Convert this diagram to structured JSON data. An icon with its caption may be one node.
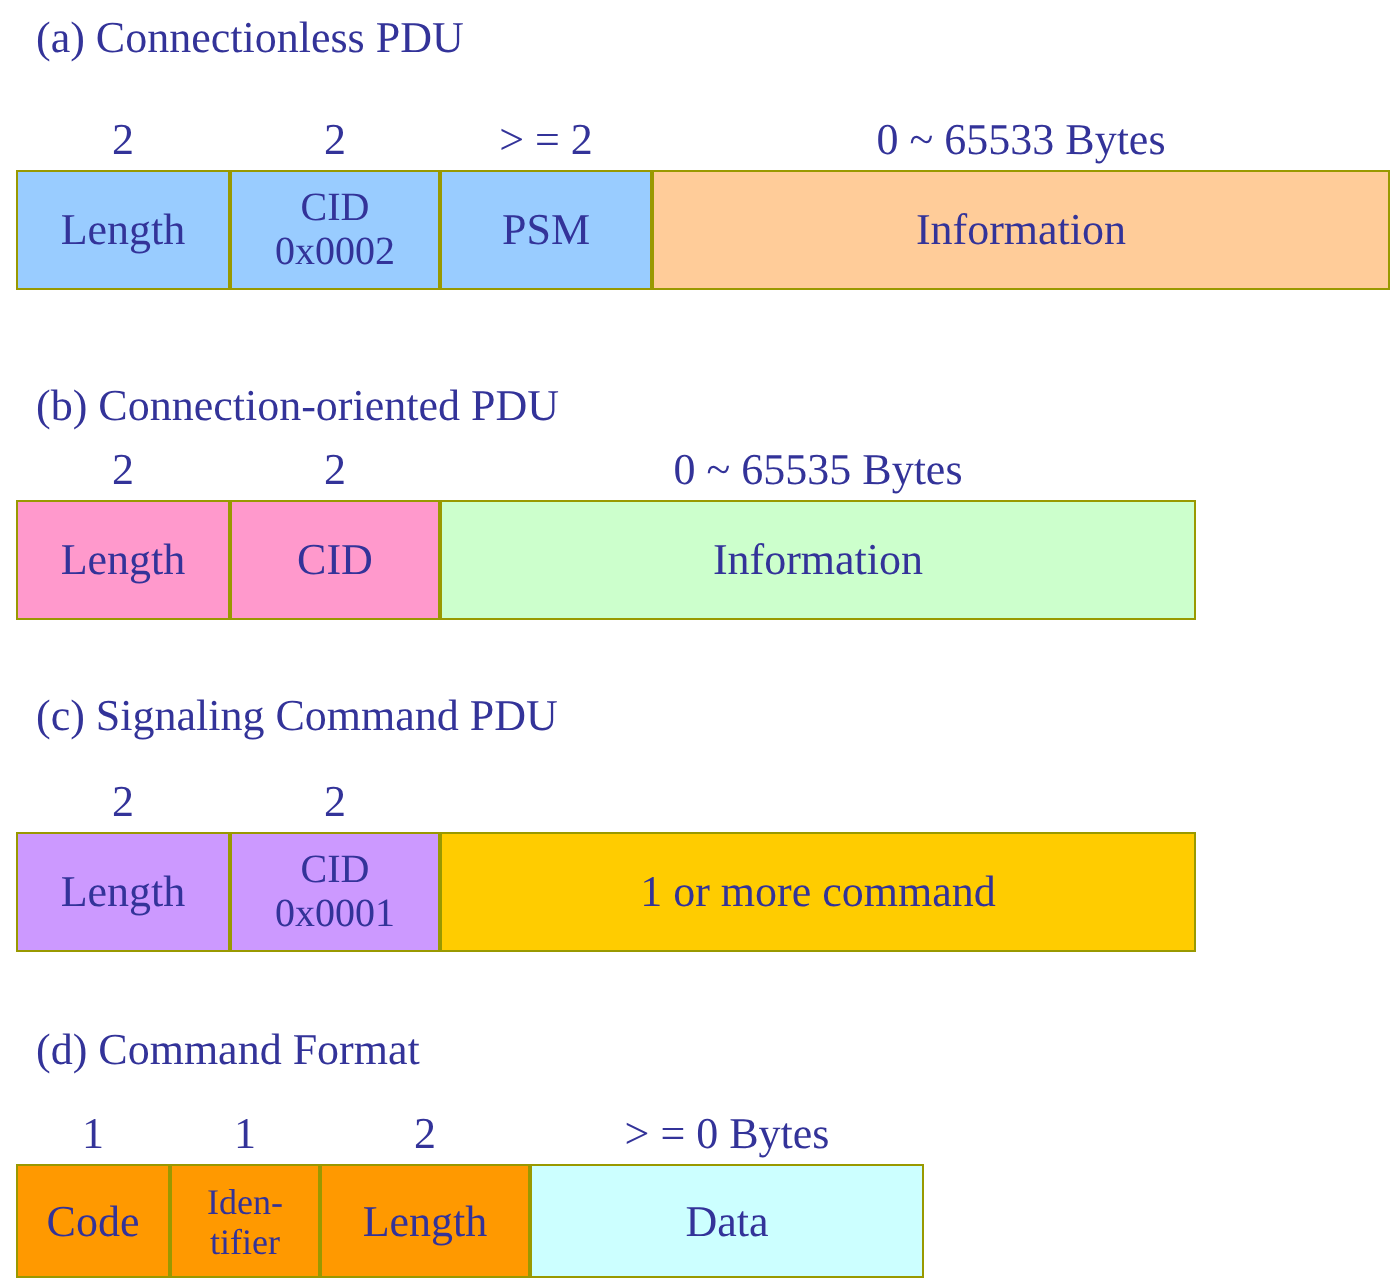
{
  "diagram": {
    "nodes": [
      {
        "text": [
          "Length"
        ],
        "beside": [
          "2"
        ]
      },
      {
        "text": [
          "CID 0x0002"
        ],
        "beside": [
          "2"
        ]
      },
      {
        "text": [
          "PSM"
        ],
        "beside": [
          "> = 2"
        ]
      },
      {
        "text": [
          "Information"
        ],
        "beside": [
          "0 ~ 65533 Bytes"
        ]
      },
      {
        "text": [
          "Length"
        ],
        "beside": [
          "2"
        ]
      },
      {
        "text": [
          "CID"
        ],
        "beside": [
          "2"
        ]
      },
      {
        "text": [
          "Information"
        ],
        "beside": [
          "0 ~ 65535 Bytes"
        ]
      },
      {
        "text": [
          "Length"
        ],
        "beside": [
          "2"
        ]
      },
      {
        "text": [
          "CID 0x0001"
        ],
        "beside": [
          "2"
        ]
      },
      {
        "text": [
          "1 or more command"
        ]
      },
      {
        "text": [
          "Code"
        ],
        "beside": [
          "1"
        ]
      },
      {
        "text": [
          "Iden- tifier"
        ],
        "beside": [
          "1"
        ]
      },
      {
        "text": [
          "Length"
        ],
        "beside": [
          "2"
        ]
      },
      {
        "text": [
          "Data"
        ],
        "beside": [
          "> = 0 Bytes"
        ]
      }
    ],
    "labels": [
      "(a) Connectionless PDU",
      "(b) Connection-oriented PDU",
      "(c) Signaling Command PDU",
      "(d) Command Format"
    ]
  }
}
